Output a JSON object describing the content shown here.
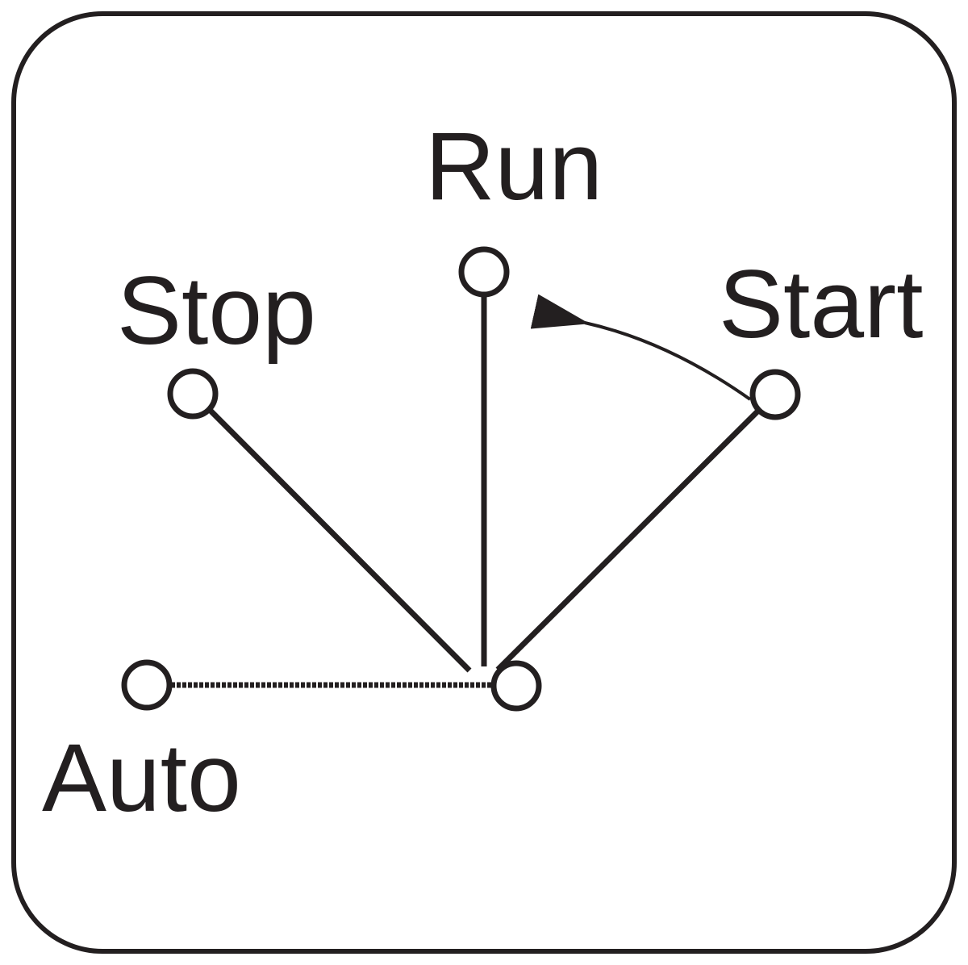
{
  "labels": {
    "run": "Run",
    "stop": "Stop",
    "start": "Start",
    "auto": "Auto"
  },
  "colors": {
    "ink": "#231f20",
    "background": "#ffffff"
  }
}
